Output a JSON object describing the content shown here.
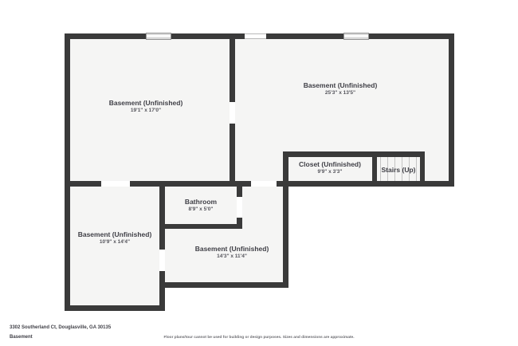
{
  "plan": {
    "rooms": [
      {
        "id": "basement-upper-left",
        "name": "Basement (Unfinished)",
        "dims": "19'1\" x 17'0\""
      },
      {
        "id": "basement-upper-right",
        "name": "Basement (Unfinished)",
        "dims": "25'3\" x 13'5\""
      },
      {
        "id": "closet",
        "name": "Closet (Unfinished)",
        "dims": "9'9\" x 3'3\""
      },
      {
        "id": "stairs",
        "name": "Stairs (Up)",
        "dims": ""
      },
      {
        "id": "bathroom",
        "name": "Bathroom",
        "dims": "8'9\" x 5'0\""
      },
      {
        "id": "basement-lower-left",
        "name": "Basement (Unfinished)",
        "dims": "10'9\" x 14'4\""
      },
      {
        "id": "basement-lower-middle",
        "name": "Basement (Unfinished)",
        "dims": "14'3\" x 11'4\""
      }
    ]
  },
  "footer": {
    "address": "3302 Southerland Ct, Douglasville, GA 30135",
    "floor_label": "Basement",
    "disclaimer": "Floor plans/tour cannot be used for building or design purposes. Sizes and dimensions are approximate."
  },
  "colors": {
    "wall": "#3a3a3a",
    "floor": "#f5f5f4",
    "background": "#ffffff"
  }
}
